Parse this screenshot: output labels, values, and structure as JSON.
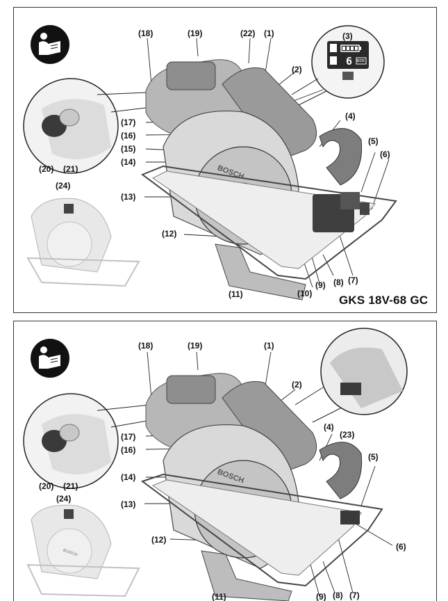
{
  "model_label": "GKS 18V-68 GC",
  "brand_on_blade": "BOSCH",
  "mini_brand": "BOSCH",
  "display": {
    "temp_digit": "6",
    "status_text": "ECO"
  },
  "icons": {
    "manual": "read-manual-icon",
    "battery": "battery-icon",
    "thermo": "thermometer-icon"
  },
  "top_panel": {
    "callouts": {
      "c18": "(18)",
      "c19": "(19)",
      "c22": "(22)",
      "c1": "(1)",
      "c3": "(3)",
      "c2": "(2)",
      "c17": "(17)",
      "c16": "(16)",
      "c4": "(4)",
      "c15": "(15)",
      "c5": "(5)",
      "c14": "(14)",
      "c6": "(6)",
      "c24": "(24)",
      "c13": "(13)",
      "c20": "(20)",
      "c21": "(21)",
      "c12": "(12)",
      "c7": "(7)",
      "c8": "(8)",
      "c9": "(9)",
      "c10": "(10)",
      "c11": "(11)"
    }
  },
  "bottom_panel": {
    "callouts": {
      "c18": "(18)",
      "c19": "(19)",
      "c1": "(1)",
      "c2": "(2)",
      "c4": "(4)",
      "c23": "(23)",
      "c17": "(17)",
      "c16": "(16)",
      "c5": "(5)",
      "c20": "(20)",
      "c21": "(21)",
      "c24": "(24)",
      "c14": "(14)",
      "c13": "(13)",
      "c12": "(12)",
      "c6": "(6)",
      "c11": "(11)",
      "c9": "(9)",
      "c8": "(8)",
      "c7": "(7)"
    }
  }
}
